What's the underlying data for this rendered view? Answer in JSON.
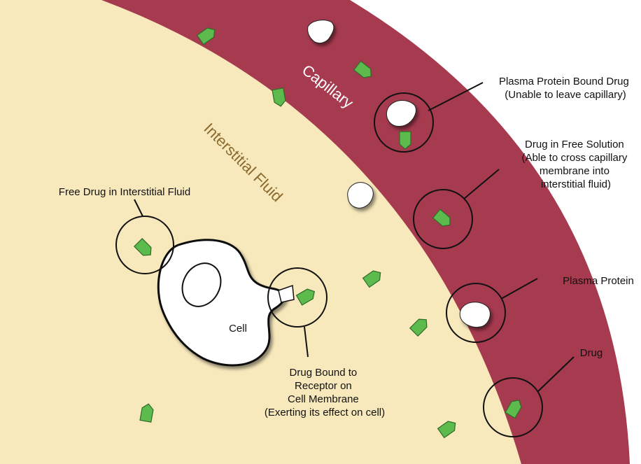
{
  "regions": {
    "capillary_label": "Capillary",
    "interstitial_label": "Interstitial Fluid",
    "cell_label": "Cell"
  },
  "callouts": {
    "plasma_protein_bound_drug": {
      "line1": "Plasma Protein Bound Drug",
      "line2": "(Unable to leave capillary)"
    },
    "drug_in_free_solution": {
      "line1": "Drug in Free Solution",
      "line2": "(Able to cross capillary",
      "line3": "membrane into",
      "line4": "interstitial fluid)"
    },
    "plasma_protein": {
      "line1": "Plasma Protein"
    },
    "drug": {
      "line1": "Drug"
    },
    "free_drug_interstitial": {
      "line1": "Free Drug in Interstitial Fluid"
    },
    "drug_bound_receptor": {
      "line1": "Drug Bound to",
      "line2": "Receptor on",
      "line3": "Cell Membrane",
      "line4": "(Exerting its effect on cell)"
    }
  },
  "colors": {
    "capillary": "#a63a4f",
    "interstitial": "#f8e9bc",
    "drug_fill": "#5dbb4e",
    "drug_stroke": "#2d6a27",
    "protein_fill": "#ffffff",
    "outline": "#111111",
    "interstitial_label": "#8a6a2e",
    "capillary_label": "#ffffff"
  }
}
